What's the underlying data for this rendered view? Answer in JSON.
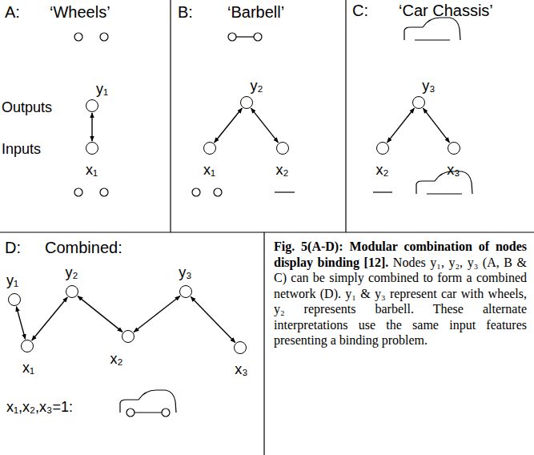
{
  "diagram": {
    "caption": "Fig. 5(A-D): Modular combination of nodes display binding [12].",
    "nodes": [
      {
        "text": [
          "y₁"
        ]
      },
      {
        "text": [
          "x₁"
        ]
      },
      {
        "text": [
          "y₂"
        ]
      },
      {
        "text": [
          "x₁"
        ]
      },
      {
        "text": [
          "x₂"
        ]
      },
      {
        "text": [
          "y₃"
        ]
      },
      {
        "text": [
          "x₂"
        ]
      },
      {
        "text": [
          "x₃"
        ]
      },
      {
        "text": [
          "y₁"
        ]
      },
      {
        "text": [
          "y₂"
        ]
      },
      {
        "text": [
          "y₃"
        ]
      },
      {
        "text": [
          "x₁"
        ]
      },
      {
        "text": [
          "x₂"
        ]
      },
      {
        "text": [
          "x₃"
        ]
      }
    ],
    "edges": [
      {
        "from": 0,
        "to": 1,
        "arrow": "both"
      },
      {
        "from": 2,
        "to": 3,
        "arrow": "both"
      },
      {
        "from": 2,
        "to": 4,
        "arrow": "both"
      },
      {
        "from": 5,
        "to": 6,
        "arrow": "both"
      },
      {
        "from": 5,
        "to": 7,
        "arrow": "both"
      },
      {
        "from": 8,
        "to": 11,
        "arrow": "both"
      },
      {
        "from": 9,
        "to": 11,
        "arrow": "both"
      },
      {
        "from": 9,
        "to": 12,
        "arrow": "both"
      },
      {
        "from": 10,
        "to": 12,
        "arrow": "both"
      },
      {
        "from": 10,
        "to": 13,
        "arrow": "both"
      }
    ],
    "labels": [
      "A:",
      "‘Wheels’",
      "Outputs",
      "Inputs",
      "B:",
      "‘Barbell’",
      "C:",
      "‘Car Chassis’",
      "D:",
      "Combined:",
      "x₁,x₂,x₃=1:",
      "Nodes y₁, y₂, y₃ (A, B & C) can be simply combined to form a combined network (D). y₁ & y₃ represent car with wheels, y₂ represents barbell. These alternate interpretations use the same input features presenting a binding problem."
    ]
  }
}
